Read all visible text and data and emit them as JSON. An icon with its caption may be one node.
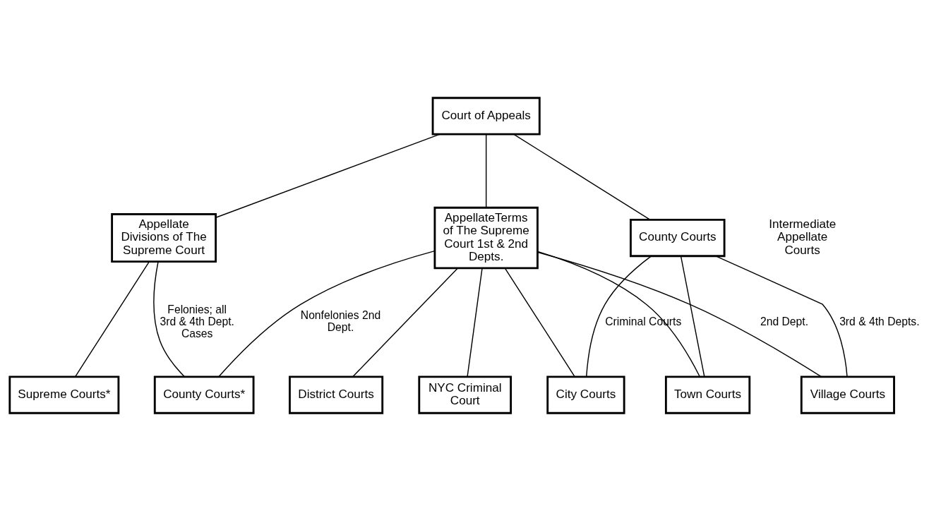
{
  "diagram": {
    "nodes": [
      {
        "text": [
          "Court of Appeals"
        ]
      },
      {
        "text": [
          "Appellate Divisions of The Supreme Court"
        ]
      },
      {
        "text": [
          "AppellateTerms of The Supreme Court 1st & 2nd Depts."
        ]
      },
      {
        "text": [
          "County Courts"
        ]
      },
      {
        "text": [
          "Supreme Courts*"
        ]
      },
      {
        "text": [
          "County Courts*"
        ]
      },
      {
        "text": [
          "District Courts"
        ]
      },
      {
        "text": [
          "NYC Criminal Court"
        ]
      },
      {
        "text": [
          "City Courts"
        ]
      },
      {
        "text": [
          "Town Courts"
        ]
      },
      {
        "text": [
          "Village Courts"
        ]
      }
    ],
    "edges": [
      {
        "from": 0,
        "to": 1,
        "arrow": "none"
      },
      {
        "from": 0,
        "to": 2,
        "arrow": "none"
      },
      {
        "from": 0,
        "to": 3,
        "arrow": "none"
      },
      {
        "from": 1,
        "to": 4,
        "arrow": "none"
      },
      {
        "from": 1,
        "to": 5,
        "arrow": "none",
        "label": "Felonies; all 3rd & 4th Dept. Cases"
      },
      {
        "from": 2,
        "to": 5,
        "arrow": "none",
        "label": "Nonfelonies 2nd Dept."
      },
      {
        "from": 2,
        "to": 6,
        "arrow": "none"
      },
      {
        "from": 2,
        "to": 7,
        "arrow": "none"
      },
      {
        "from": 2,
        "to": 8,
        "arrow": "none"
      },
      {
        "from": 2,
        "to": 9,
        "arrow": "none"
      },
      {
        "from": 2,
        "to": 10,
        "arrow": "none",
        "label": "2nd Dept."
      },
      {
        "from": 3,
        "to": 8,
        "arrow": "none",
        "label": "Criminal Courts"
      },
      {
        "from": 3,
        "to": 9,
        "arrow": "none"
      },
      {
        "from": 3,
        "to": 10,
        "arrow": "none",
        "label": "3rd & 4th Depts."
      }
    ],
    "labels": [
      "Intermediate Appellate Courts"
    ]
  }
}
